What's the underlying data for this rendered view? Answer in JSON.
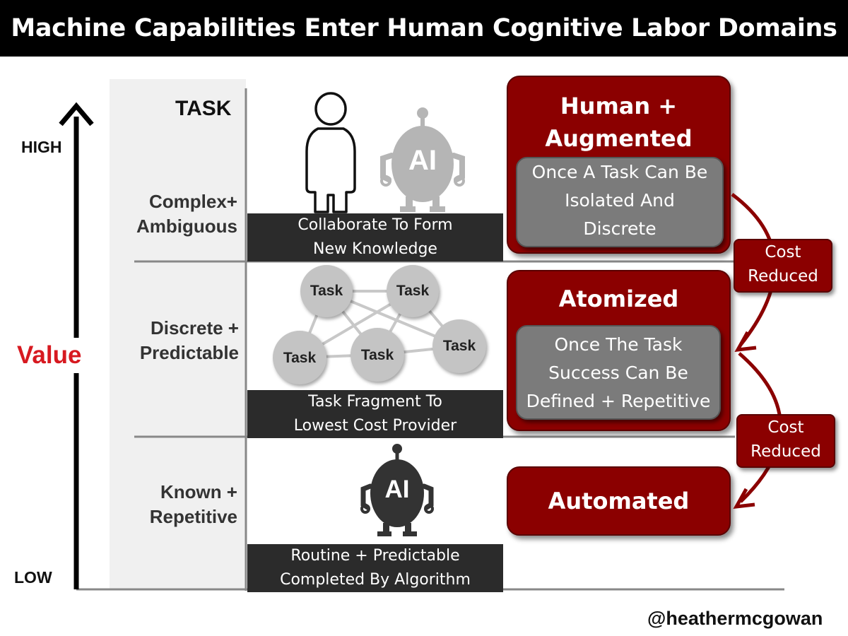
{
  "title": "Machine Capabilities Enter Human Cognitive Labor Domains",
  "axis": {
    "high": "HIGH",
    "low": "LOW",
    "value_label": "Value"
  },
  "task_header": "TASK",
  "levels": [
    {
      "label": "Complex+\nAmbiguous",
      "box_text": "Collaborate To Form\nNew Knowledge"
    },
    {
      "label": "Discrete +\nPredictable",
      "box_text": "Task Fragment To\nLowest Cost Provider"
    },
    {
      "label": "Known +\nRepetitive",
      "box_text": "Routine + Predictable\nCompleted By Algorithm"
    }
  ],
  "task_node_label": "Task",
  "ai_label": "AI",
  "stages": [
    {
      "title": "Human +\nAugmented",
      "condition": "Once A Task Can Be\nIsolated And\nDiscrete"
    },
    {
      "title": "Atomized",
      "condition": "Once The Task\nSuccess Can Be\nDefined + Repetitive"
    },
    {
      "title": "Automated"
    }
  ],
  "cost_reduced": [
    "Cost\nReduced",
    "Cost\nReduced"
  ],
  "credit": "@heathermcgowan",
  "colors": {
    "accent_red": "#8b0000",
    "value_red": "#d71920",
    "dark_box": "#2b2b2b",
    "grey_box": "#7b7b7b"
  }
}
